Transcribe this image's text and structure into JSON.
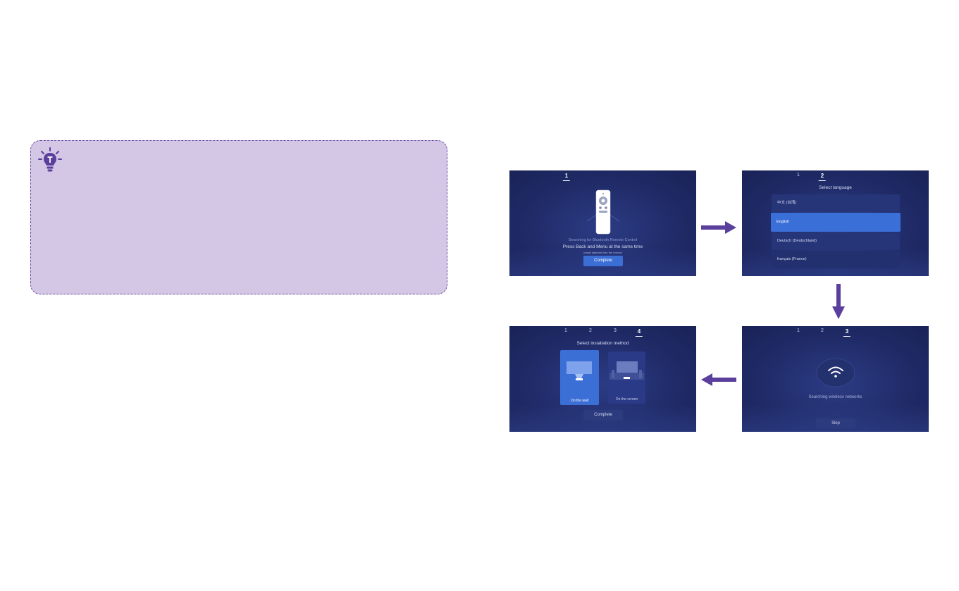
{
  "screens": {
    "remote": {
      "steps": [
        "1"
      ],
      "searching": "Searching for Bluetooth Remote Control",
      "instruction": "Press Back and Menu at the same time",
      "hint": "Install batteries into the remote",
      "complete_label": "Complete"
    },
    "language": {
      "steps": [
        "1",
        "2"
      ],
      "title": "Select language",
      "options": [
        "中文 (台湾)",
        "English",
        "Deutsch (Deutschland)",
        "français (France)"
      ],
      "selected": "English"
    },
    "wifi": {
      "steps": [
        "1",
        "2",
        "3"
      ],
      "status": "Searching wireless networks",
      "skip_label": "Skip"
    },
    "install": {
      "steps": [
        "1",
        "2",
        "3",
        "4"
      ],
      "title": "Select installation method",
      "option_wall": "On the wall",
      "option_screen": "On the screen",
      "complete_label": "Complete"
    }
  },
  "colors": {
    "tip_background": "#d4c6e5",
    "tip_border": "#6a4ea3",
    "arrow": "#5b3f9c",
    "screen_background": "#1f2a66",
    "highlight": "#3c6fd6"
  },
  "icons": {
    "tip": "lightbulb-icon",
    "flow": [
      "arrow-right-icon",
      "arrow-down-icon",
      "arrow-left-icon"
    ],
    "remote": "remote-control-icon",
    "wifi": "wifi-icon"
  }
}
